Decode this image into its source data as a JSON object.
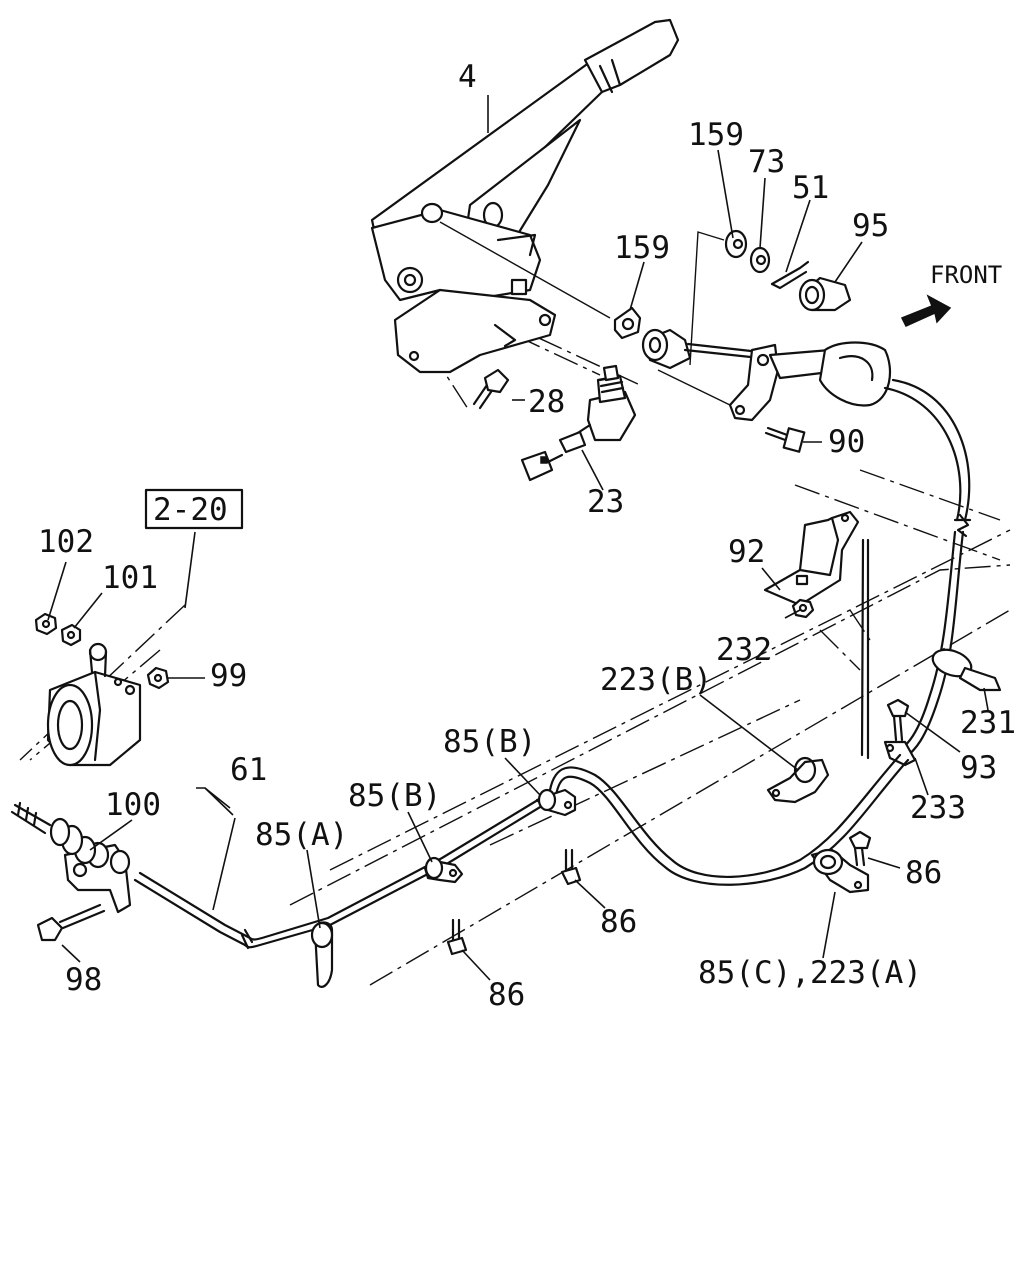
{
  "labels": {
    "l4": "4",
    "l159a": "159",
    "l73": "73",
    "l51": "51",
    "l95": "95",
    "l159b": "159",
    "front": "FRONT",
    "l28": "28",
    "l90": "90",
    "l23": "23",
    "ref": "2-20",
    "l102": "102",
    "l101": "101",
    "l99": "99",
    "l92": "92",
    "l232": "232",
    "l223b": "223(B)",
    "l231": "231",
    "l93": "93",
    "l233": "233",
    "l85b1": "85(B)",
    "l85b2": "85(B)",
    "l61": "61",
    "l100": "100",
    "l85a": "85(A)",
    "l86a": "86",
    "l86b": "86",
    "l86c": "86",
    "l85c": "85(C),223(A)",
    "l98": "98"
  }
}
